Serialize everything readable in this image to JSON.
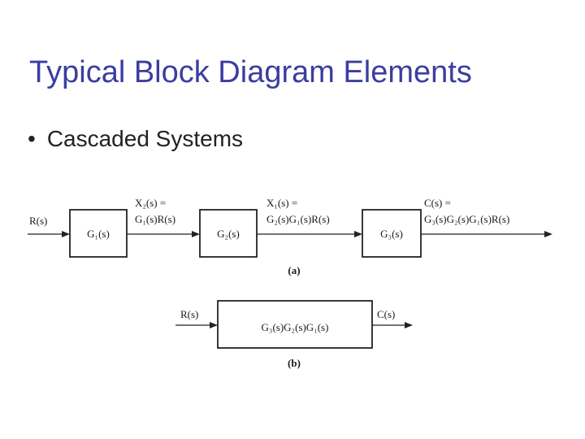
{
  "slide": {
    "title": "Typical Block Diagram Elements",
    "bullet": "Cascaded Systems"
  },
  "diagram_a": {
    "input": "R(s)",
    "blocks": [
      "G₁(s)",
      "G₂(s)",
      "G₃(s)"
    ],
    "signals": [
      {
        "line1": "X₂(s) =",
        "line2": "G₁(s)R(s)"
      },
      {
        "line1": "X₁(s) =",
        "line2": "G₂(s)G₁(s)R(s)"
      },
      {
        "line1": "C(s) =",
        "line2": "G₃(s)G₂(s)G₁(s)R(s)"
      }
    ],
    "label": "(a)"
  },
  "diagram_b": {
    "input": "R(s)",
    "block": "G₃(s)G₂(s)G₁(s)",
    "output": "C(s)",
    "label": "(b)"
  },
  "colors": {
    "title": "#3a3ea0",
    "text": "#222222",
    "lines": "#222222"
  }
}
